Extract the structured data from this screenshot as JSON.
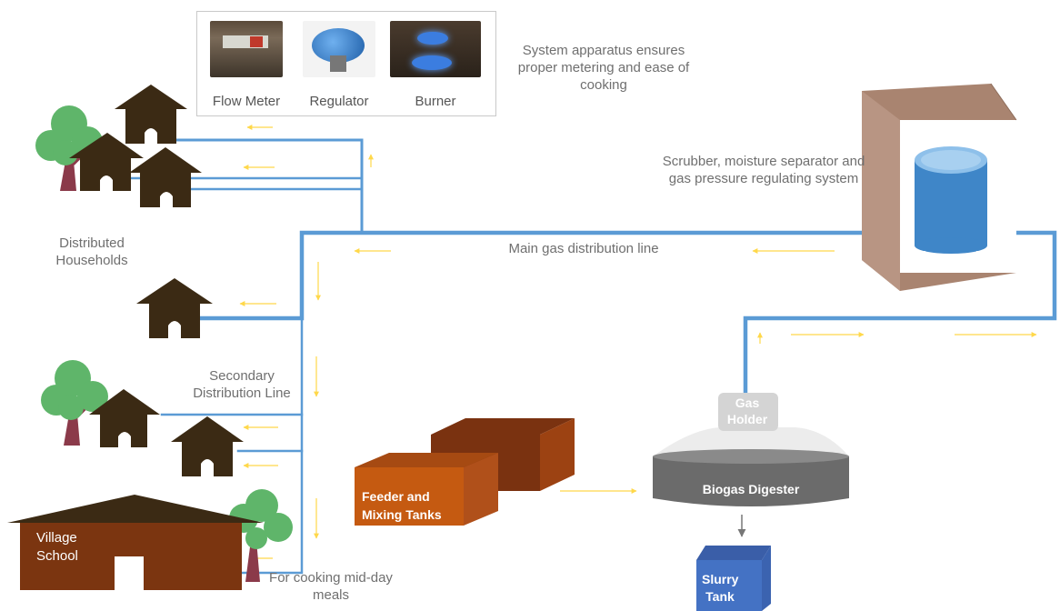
{
  "apparatus": {
    "items": [
      {
        "label": "Flow Meter",
        "icon": "flow-meter-photo"
      },
      {
        "label": "Regulator",
        "icon": "regulator-photo"
      },
      {
        "label": "Burner",
        "icon": "burner-photo"
      }
    ],
    "note": "System apparatus ensures proper metering and ease of cooking"
  },
  "labels": {
    "scrubber": "Scrubber, moisture separator and gas pressure regulating system",
    "main_line": "Main gas distribution line",
    "distributed_households": "Distributed Households",
    "secondary_line": "Secondary Distribution Line",
    "cooking": "For cooking mid-day meals",
    "feeder_tanks": "Feeder and Mixing Tanks",
    "digester": "Biogas Digester",
    "gas_holder": "Gas Holder",
    "slurry_tank": "Slurry Tank",
    "school": "Village School"
  },
  "colors": {
    "pipe": "#5b9bd5",
    "flow_arrow": "#ffe34d",
    "house": "#3b2a14",
    "tree_leaf": "#5fb56a",
    "tree_trunk": "#8b3a4a",
    "school": "#7b3510",
    "feeder_tank": "#c55a11",
    "slurry_tank": "#4472c4",
    "scrubber_box": "#a98470",
    "digester": "#6b6b6b"
  }
}
